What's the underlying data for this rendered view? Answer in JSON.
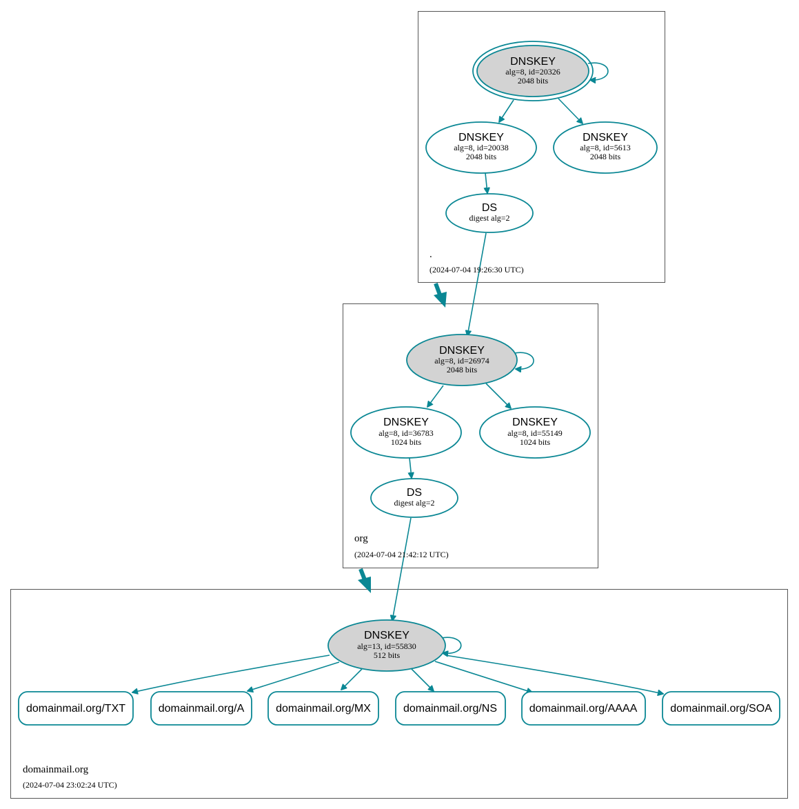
{
  "colors": {
    "edge": "#0a8794",
    "ksk_fill": "#d3d3d3",
    "box": "#555555"
  },
  "zones": {
    "root": {
      "name": ".",
      "timestamp": "(2024-07-04 19:26:30 UTC)",
      "ksk": {
        "title": "DNSKEY",
        "line1": "alg=8, id=20326",
        "line2": "2048 bits"
      },
      "zsk1": {
        "title": "DNSKEY",
        "line1": "alg=8, id=20038",
        "line2": "2048 bits"
      },
      "zsk2": {
        "title": "DNSKEY",
        "line1": "alg=8, id=5613",
        "line2": "2048 bits"
      },
      "ds": {
        "title": "DS",
        "line1": "digest alg=2"
      }
    },
    "org": {
      "name": "org",
      "timestamp": "(2024-07-04 21:42:12 UTC)",
      "ksk": {
        "title": "DNSKEY",
        "line1": "alg=8, id=26974",
        "line2": "2048 bits"
      },
      "zsk1": {
        "title": "DNSKEY",
        "line1": "alg=8, id=36783",
        "line2": "1024 bits"
      },
      "zsk2": {
        "title": "DNSKEY",
        "line1": "alg=8, id=55149",
        "line2": "1024 bits"
      },
      "ds": {
        "title": "DS",
        "line1": "digest alg=2"
      }
    },
    "domainmail": {
      "name": "domainmail.org",
      "timestamp": "(2024-07-04 23:02:24 UTC)",
      "ksk": {
        "title": "DNSKEY",
        "line1": "alg=13, id=55830",
        "line2": "512 bits"
      },
      "records": [
        "domainmail.org/TXT",
        "domainmail.org/A",
        "domainmail.org/MX",
        "domainmail.org/NS",
        "domainmail.org/AAAA",
        "domainmail.org/SOA"
      ]
    }
  }
}
